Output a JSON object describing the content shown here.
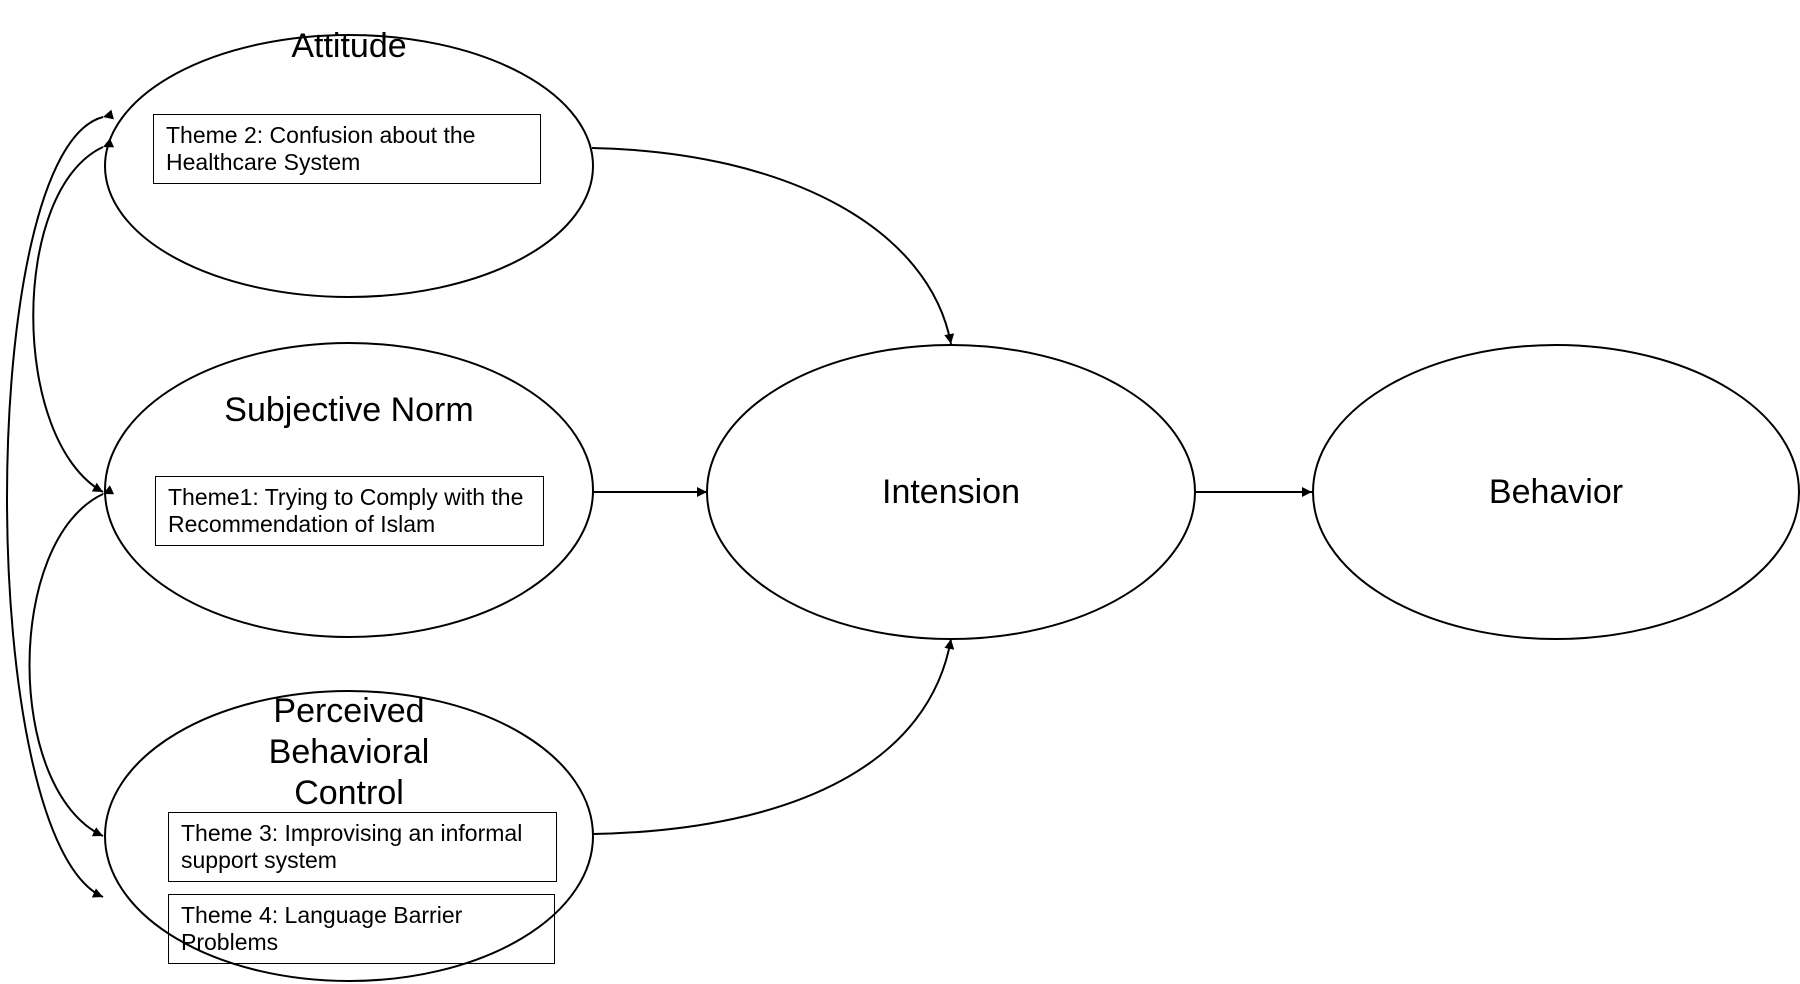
{
  "nodes": {
    "attitude": {
      "label": "Attitude",
      "theme": "Theme 2: Confusion about the Healthcare System"
    },
    "subjective_norm": {
      "label": "Subjective Norm",
      "theme": "Theme1: Trying to Comply with the Recommendation of Islam"
    },
    "pbc": {
      "label": "Perceived Behavioral Control",
      "themes": [
        "Theme 3: Improvising an informal support system",
        "Theme 4: Language Barrier Problems"
      ]
    },
    "intension": {
      "label": "Intension"
    },
    "behavior": {
      "label": "Behavior"
    }
  },
  "edges": [
    {
      "from": "Attitude",
      "to": "Intension",
      "type": "directed"
    },
    {
      "from": "Subjective Norm",
      "to": "Intension",
      "type": "directed"
    },
    {
      "from": "Perceived Behavioral Control",
      "to": "Intension",
      "type": "directed"
    },
    {
      "from": "Intension",
      "to": "Behavior",
      "type": "directed"
    },
    {
      "from": "Attitude",
      "to": "Subjective Norm",
      "type": "bidirectional"
    },
    {
      "from": "Subjective Norm",
      "to": "Perceived Behavioral Control",
      "type": "bidirectional"
    },
    {
      "from": "Attitude",
      "to": "Perceived Behavioral Control",
      "type": "bidirectional"
    }
  ]
}
